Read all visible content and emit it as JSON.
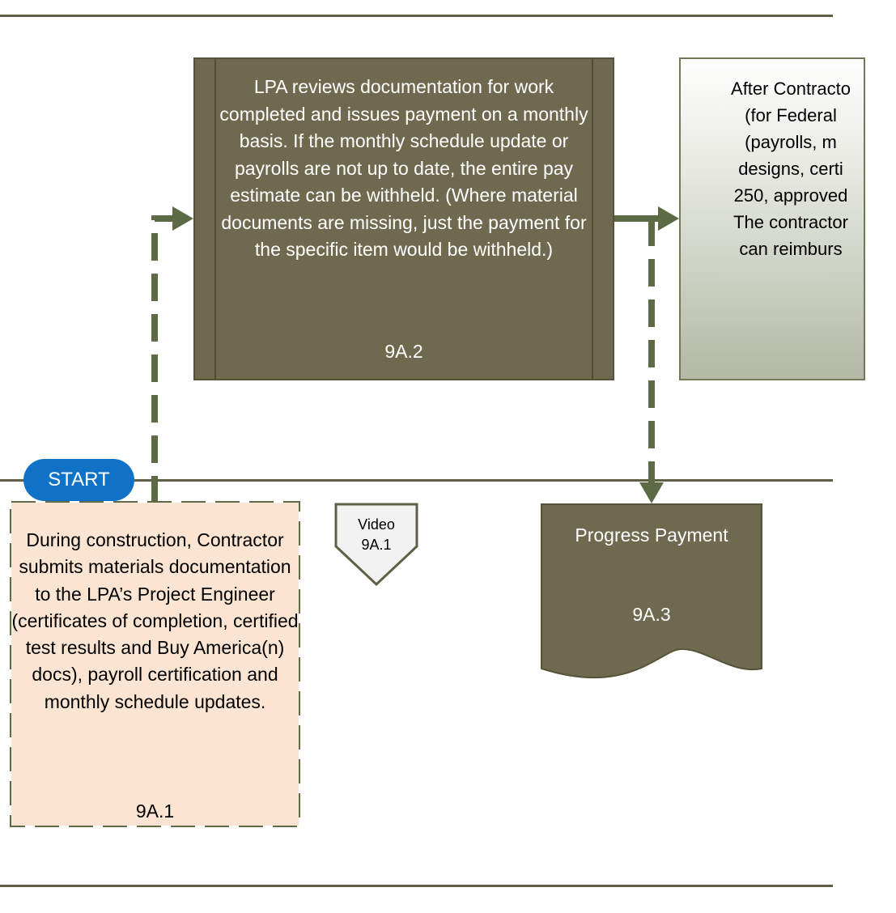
{
  "colors": {
    "lane_line": "#5f5f45",
    "connector": "#5c6b45",
    "process_fill": "#6f6a4f",
    "start_fill": "#0f72c6",
    "task_fill": "#fbe5d2",
    "document_fill": "#6f6a4f"
  },
  "process_9A2": {
    "text": "LPA reviews documentation for work completed and issues payment on a monthly basis.  If the monthly schedule update or payrolls are not up to date, the entire pay estimate can be withheld.  (Where material documents are missing, just the payment for the specific item would be withheld.)",
    "code": "9A.2"
  },
  "right_box": {
    "lines": [
      "After Contracto",
      "(for Federal",
      "(payrolls, m",
      "designs, certi",
      "250,  approved",
      "The contractor",
      "can reimburs"
    ]
  },
  "start": {
    "label": "START"
  },
  "task_9A1": {
    "text": "During construction, Contractor submits materials documentation to the LPA’s Project Engineer (certificates of completion, certified test results and Buy America(n) docs), payroll certification and monthly schedule updates.",
    "code": "9A.1"
  },
  "video_marker": {
    "line1": "Video",
    "line2": "9A.1",
    "icon": "offpage-connector-icon"
  },
  "document_9A3": {
    "title": "Progress Payment",
    "code": "9A.3"
  }
}
